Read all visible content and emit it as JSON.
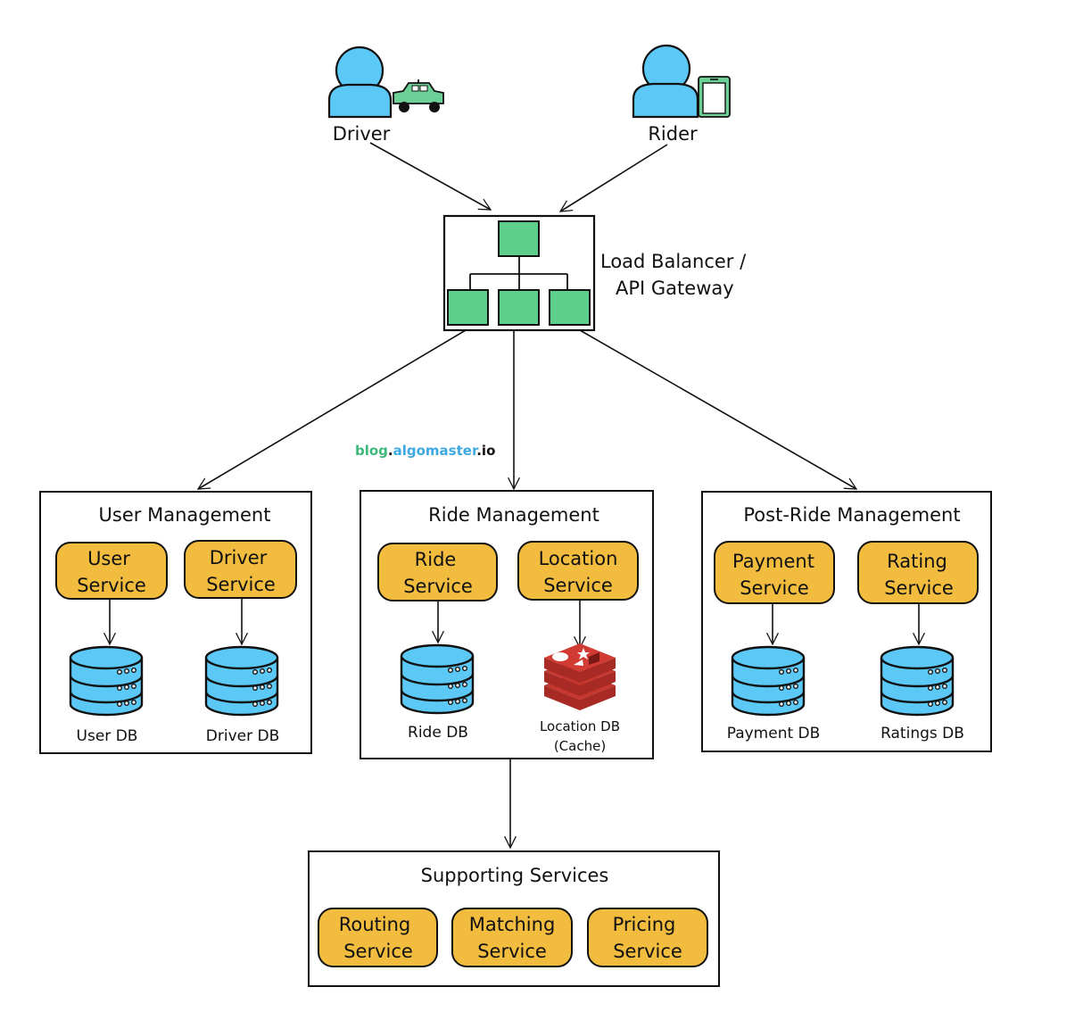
{
  "actors": {
    "driver": {
      "label": "Driver",
      "accessory": "car-icon"
    },
    "rider": {
      "label": "Rider",
      "accessory": "phone-icon"
    }
  },
  "gateway": {
    "label_line1": "Load Balancer /",
    "label_line2": "API Gateway"
  },
  "watermark": {
    "part1": "blog",
    "dot1": ".",
    "part2": "algomaster",
    "dot2": ".",
    "part3": "io"
  },
  "groups": {
    "user_management": {
      "title": "User Management",
      "services": [
        {
          "line1": "User",
          "line2": "Service",
          "db": "User DB"
        },
        {
          "line1": "Driver",
          "line2": "Service",
          "db": "Driver DB"
        }
      ]
    },
    "ride_management": {
      "title": "Ride Management",
      "services": [
        {
          "line1": "Ride",
          "line2": "Service",
          "db": "Ride DB"
        },
        {
          "line1": "Location",
          "line2": "Service",
          "db": "Location DB",
          "db_note": "(Cache)"
        }
      ]
    },
    "post_ride_management": {
      "title": "Post-Ride Management",
      "services": [
        {
          "line1": "Payment",
          "line2": "Service",
          "db": "Payment DB"
        },
        {
          "line1": "Rating",
          "line2": "Service",
          "db": "Ratings DB"
        }
      ]
    },
    "supporting_services": {
      "title": "Supporting Services",
      "services": [
        {
          "line1": "Routing",
          "line2": "Service"
        },
        {
          "line1": "Matching",
          "line2": "Service"
        },
        {
          "line1": "Pricing",
          "line2": "Service"
        }
      ]
    }
  },
  "colors": {
    "person": "#5bc8f5",
    "service": "#f2bd3f",
    "gateway_node": "#5ecf8a",
    "db": "#5bc8f5",
    "cache": "#c5362f",
    "watermark_green": "#3cb97a",
    "watermark_blue": "#3ea8e0"
  }
}
